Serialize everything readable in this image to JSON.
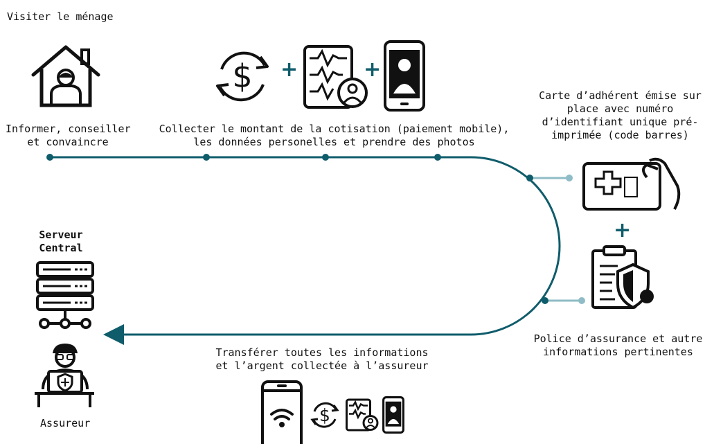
{
  "colors": {
    "teal": "#0f5c6b",
    "light_teal": "#8fbcc6",
    "ink": "#111111"
  },
  "steps": {
    "visit": "Visiter le ménage",
    "inform_line1": "Informer, conseiller",
    "inform_line2": "et convaincre",
    "collect_line1": "Collecter le montant de la cotisation (paiement mobile),",
    "collect_line2": "les données personelles et prendre des photos",
    "card_line1": "Carte d’adhérent émise sur",
    "card_line2": "place avec numéro",
    "card_line3": "d’identifiant unique pré-",
    "card_line4": "imprimée (code barres)",
    "policy_line1": "Police d’assurance et autre",
    "policy_line2": "informations pertinentes",
    "transfer_line1": "Transférer toutes les informations",
    "transfer_line2": "et l’argent collectée à l’assureur",
    "server_line1": "Serveur",
    "server_line2": "Central",
    "insurer": "Assureur"
  },
  "symbols": {
    "plus": "+",
    "dollar": "$"
  },
  "icons": [
    "house-person-icon",
    "dollar-cycle-icon",
    "personal-data-icon",
    "phone-photo-icon",
    "health-card-hand-icon",
    "insurance-policy-icon",
    "server-icon",
    "insurer-person-icon",
    "phone-wifi-icon"
  ]
}
